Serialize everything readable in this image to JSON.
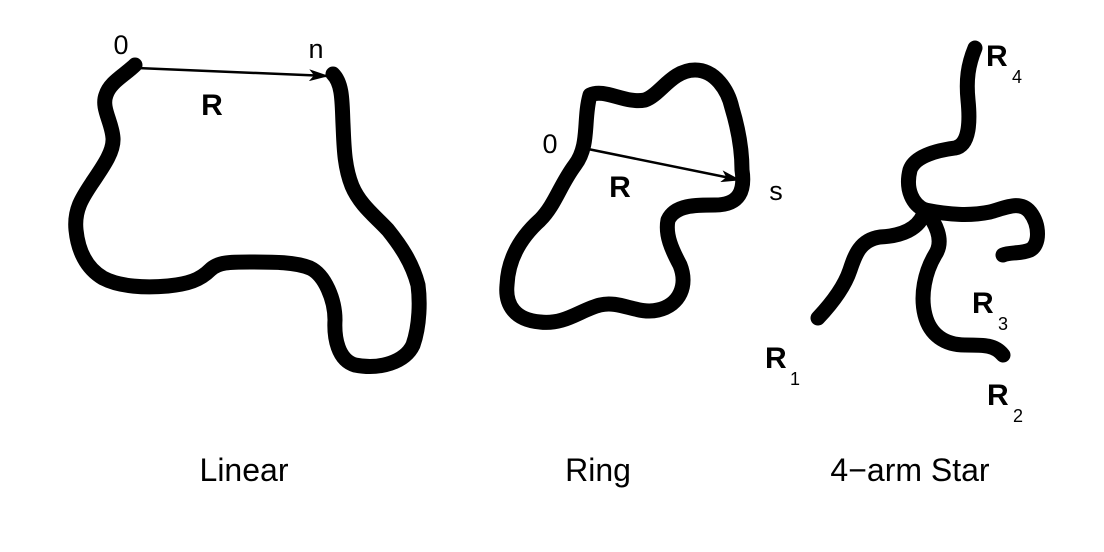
{
  "linear": {
    "start_label": "0",
    "end_label": "n",
    "vector_label": "R",
    "caption": "Linear"
  },
  "ring": {
    "start_label": "0",
    "end_label": "s",
    "vector_label": "R",
    "caption": "Ring"
  },
  "star": {
    "arms": [
      {
        "label": "R",
        "sub": "1"
      },
      {
        "label": "R",
        "sub": "2"
      },
      {
        "label": "R",
        "sub": "3"
      },
      {
        "label": "R",
        "sub": "4"
      }
    ],
    "caption": "4−arm Star"
  }
}
